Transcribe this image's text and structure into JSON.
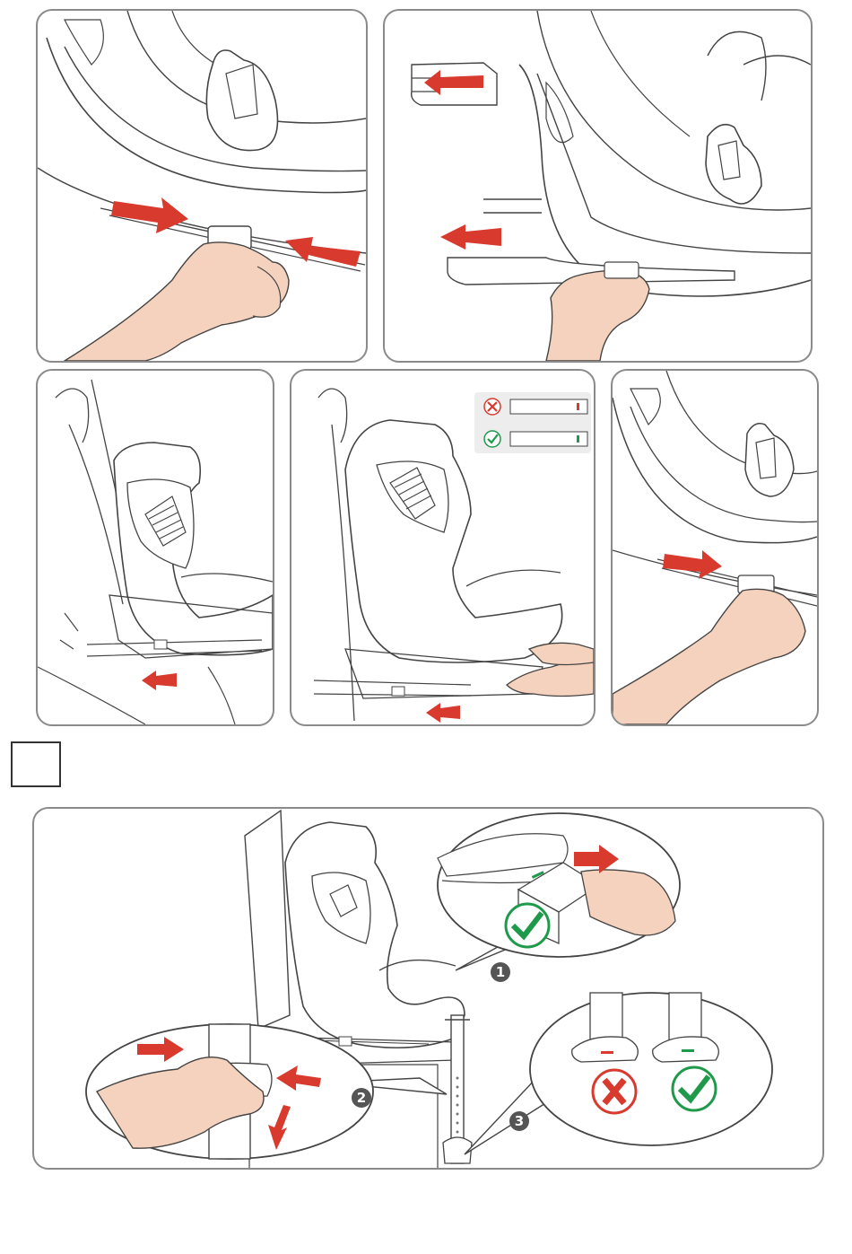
{
  "colors": {
    "arrow": "#d93a2e",
    "skin": "#f5d2bd",
    "outline": "#444444",
    "panel_border": "#8a8a8a",
    "check": "#1f9a4a",
    "cross": "#d93a2e",
    "callout_bg": "#ededed",
    "badge": "#555555"
  },
  "icons": [
    "arrow-red",
    "check-green-icon",
    "cross-red-icon",
    "hand-illustration",
    "car-seat-illustration",
    "isofix-connector"
  ],
  "step_box": {
    "label": ""
  },
  "callouts": [
    {
      "number": "1"
    },
    {
      "number": "2"
    },
    {
      "number": "3"
    }
  ]
}
